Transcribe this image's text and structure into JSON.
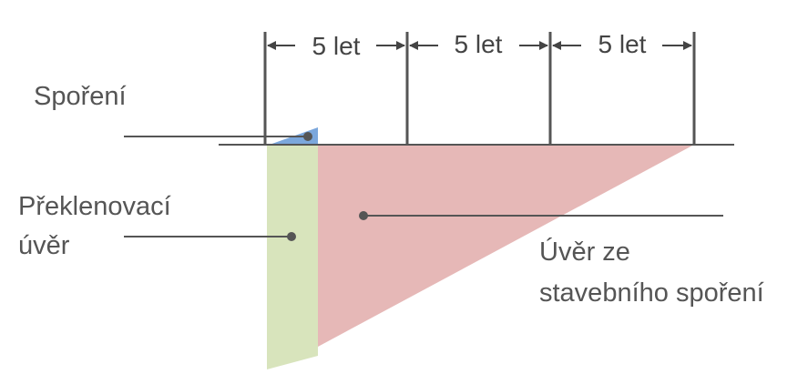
{
  "labels": {
    "savings": "Spoření",
    "bridge_loan_line1": "Překlenovací",
    "bridge_loan_line2": "úvěr",
    "building_loan_line1": "Úvěr ze",
    "building_loan_line2": "stavebního spoření"
  },
  "periods": [
    "5 let",
    "5 let",
    "5 let"
  ],
  "colors": {
    "savings": "#7ba7dc",
    "bridge_loan": "#d8e4bc",
    "building_loan": "#e6b8b7",
    "line": "#555555",
    "text": "#555555"
  }
}
